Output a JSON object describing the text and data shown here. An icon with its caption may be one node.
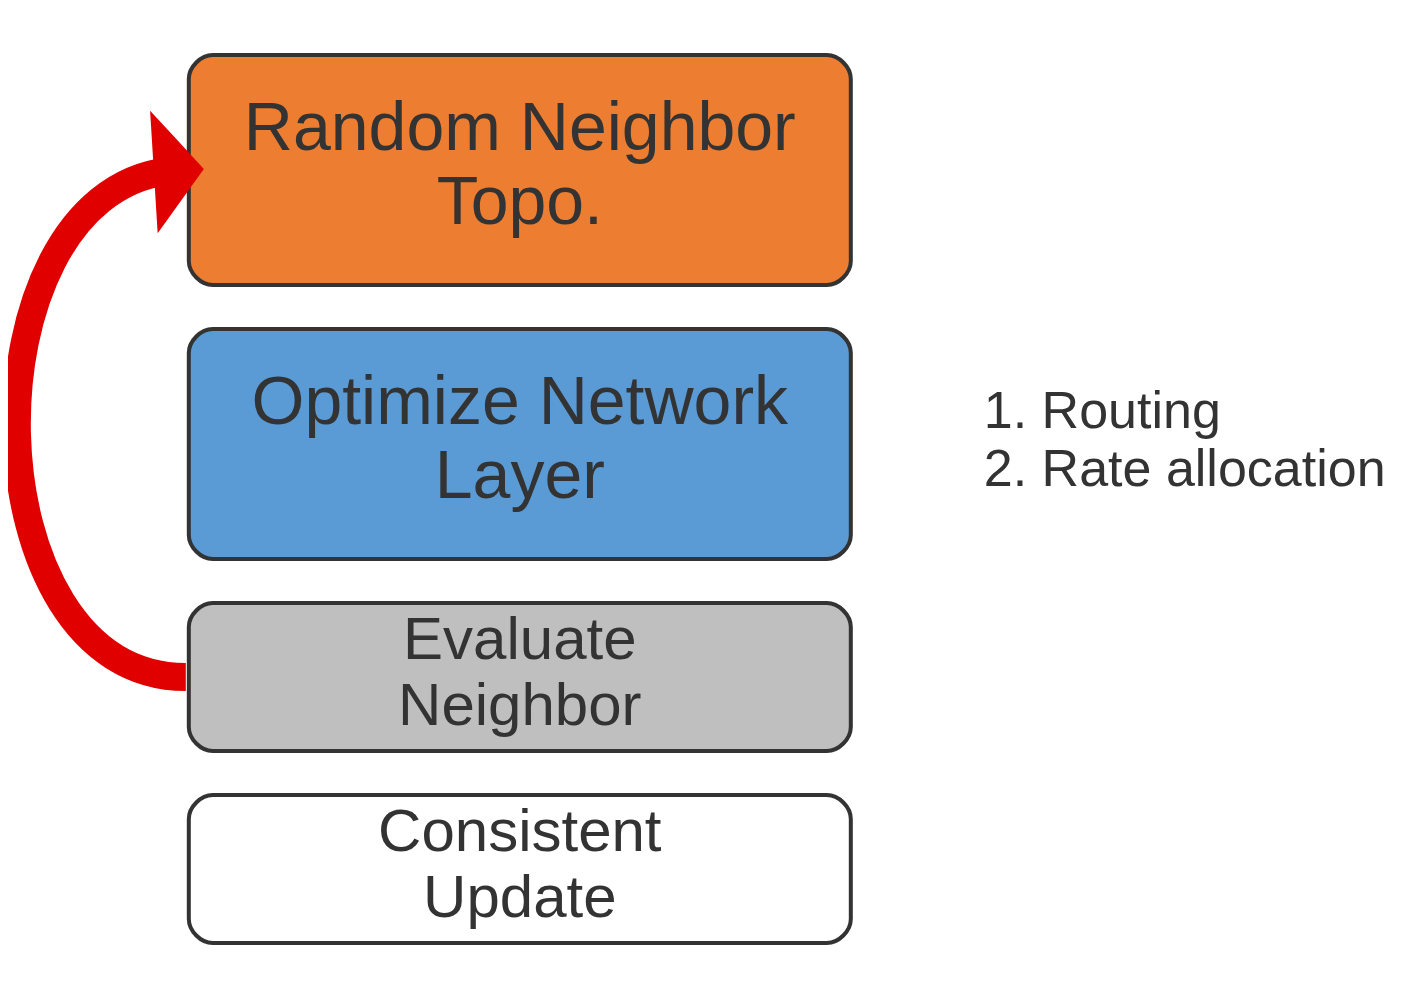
{
  "diagram": {
    "nodes": [
      {
        "text": [
          "Random Neighbor Topo."
        ]
      },
      {
        "text": [
          "Optimize Network Layer"
        ],
        "beside": [
          "1. Routing",
          "2. Rate allocation"
        ]
      },
      {
        "text": [
          "Evaluate Neighbor"
        ]
      },
      {
        "text": [
          "Consistent Update"
        ]
      }
    ],
    "edges": [
      {
        "from": 2,
        "to": 0,
        "arrow": "to",
        "color": "#e00000"
      }
    ]
  }
}
